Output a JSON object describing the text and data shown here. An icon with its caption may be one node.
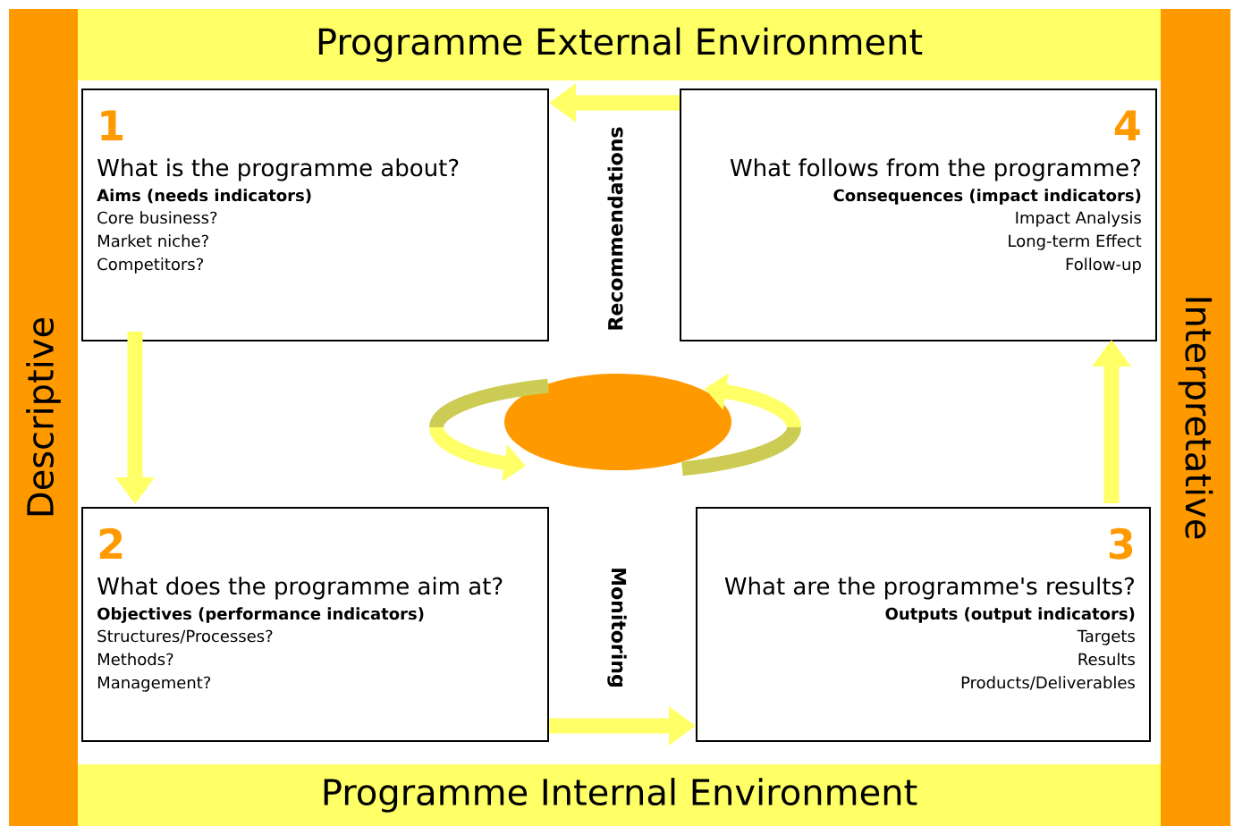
{
  "diagram": {
    "nodes": [
      {
        "text": [
          "Programme External Environment"
        ]
      },
      {
        "text": [
          "1",
          "What is the programme about?",
          "Aims (needs indicators)",
          "Core business?",
          "Market niche?",
          "Competitors?"
        ]
      },
      {
        "text": [
          "4",
          "What follows from the programme?",
          "Consequences (impact indicators)",
          "Impact Analysis",
          "Long-term Effect",
          "Follow-up"
        ]
      },
      {
        "text": [
          "Descriptive"
        ]
      },
      {
        "text": [
          "Interpretative"
        ]
      },
      {
        "text": [],
        "shape": "ellipse"
      },
      {
        "text": [
          "2",
          "What does the programme aim at?",
          "Objectives (performance indicators)",
          "Structures/Processes?",
          "Methods?",
          "Management?"
        ]
      },
      {
        "text": [
          "3",
          "What are the programme's results?",
          "Outputs (output indicators)",
          "Targets",
          "Results",
          "Products/Deliverables"
        ]
      },
      {
        "text": [
          "Programme Internal Environment"
        ]
      }
    ],
    "edges": [
      {
        "from": 2,
        "to": 1,
        "arrow": "to"
      },
      {
        "from": 1,
        "to": 6,
        "arrow": "to"
      },
      {
        "from": 6,
        "to": 7,
        "arrow": "to"
      },
      {
        "from": 7,
        "to": 2,
        "arrow": "to"
      }
    ],
    "labels": [
      "Recommendations",
      "Monitoring"
    ]
  }
}
